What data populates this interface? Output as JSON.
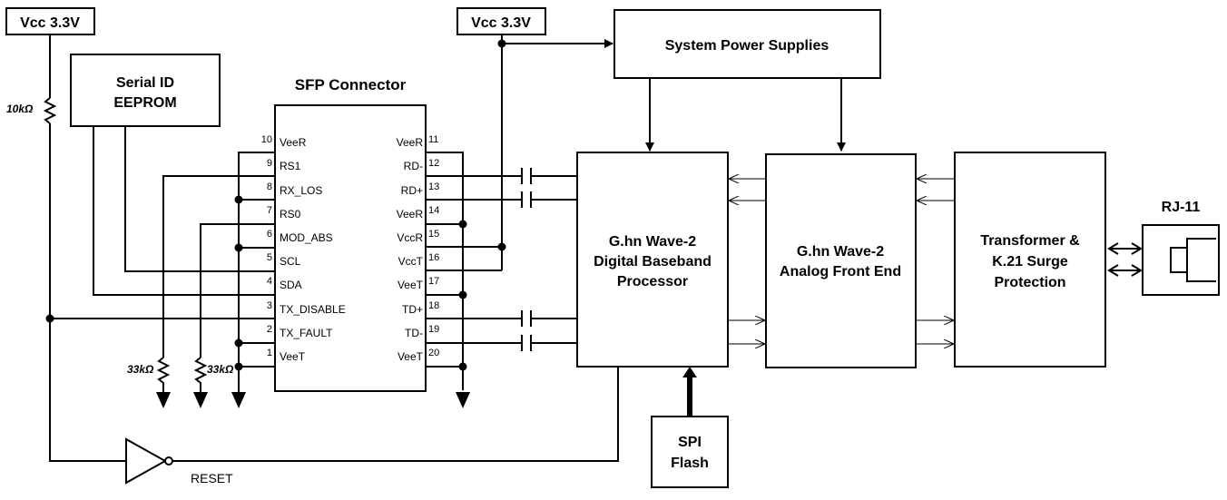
{
  "vcc_left": "Vcc 3.3V",
  "vcc_mid": "Vcc 3.3V",
  "resistor_10k": "10kΩ",
  "resistor_33k_a": "33kΩ",
  "resistor_33k_b": "33kΩ",
  "eeprom": {
    "line1": "Serial ID",
    "line2": "EEPROM"
  },
  "sfp_title": "SFP Connector",
  "pins_left": [
    {
      "num": "10",
      "name": "VeeR"
    },
    {
      "num": "9",
      "name": "RS1"
    },
    {
      "num": "8",
      "name": "RX_LOS"
    },
    {
      "num": "7",
      "name": "RS0"
    },
    {
      "num": "6",
      "name": "MOD_ABS"
    },
    {
      "num": "5",
      "name": "SCL"
    },
    {
      "num": "4",
      "name": "SDA"
    },
    {
      "num": "3",
      "name": "TX_DISABLE"
    },
    {
      "num": "2",
      "name": "TX_FAULT"
    },
    {
      "num": "1",
      "name": "VeeT"
    }
  ],
  "pins_right": [
    {
      "num": "11",
      "name": "VeeR"
    },
    {
      "num": "12",
      "name": "RD-"
    },
    {
      "num": "13",
      "name": "RD+"
    },
    {
      "num": "14",
      "name": "VeeR"
    },
    {
      "num": "15",
      "name": "VccR"
    },
    {
      "num": "16",
      "name": "VccT"
    },
    {
      "num": "17",
      "name": "VeeT"
    },
    {
      "num": "18",
      "name": "TD+"
    },
    {
      "num": "19",
      "name": "TD-"
    },
    {
      "num": "20",
      "name": "VeeT"
    }
  ],
  "power_supplies": "System Power Supplies",
  "baseband": {
    "line1": "G.hn Wave-2",
    "line2": "Digital Baseband",
    "line3": "Processor"
  },
  "afe": {
    "line1": "G.hn Wave-2",
    "line2": "Analog Front End"
  },
  "transformer": {
    "line1": "Transformer &",
    "line2": "K.21 Surge",
    "line3": "Protection"
  },
  "rj11": "RJ-11",
  "spi": {
    "line1": "SPI",
    "line2": "Flash"
  },
  "reset": "RESET"
}
